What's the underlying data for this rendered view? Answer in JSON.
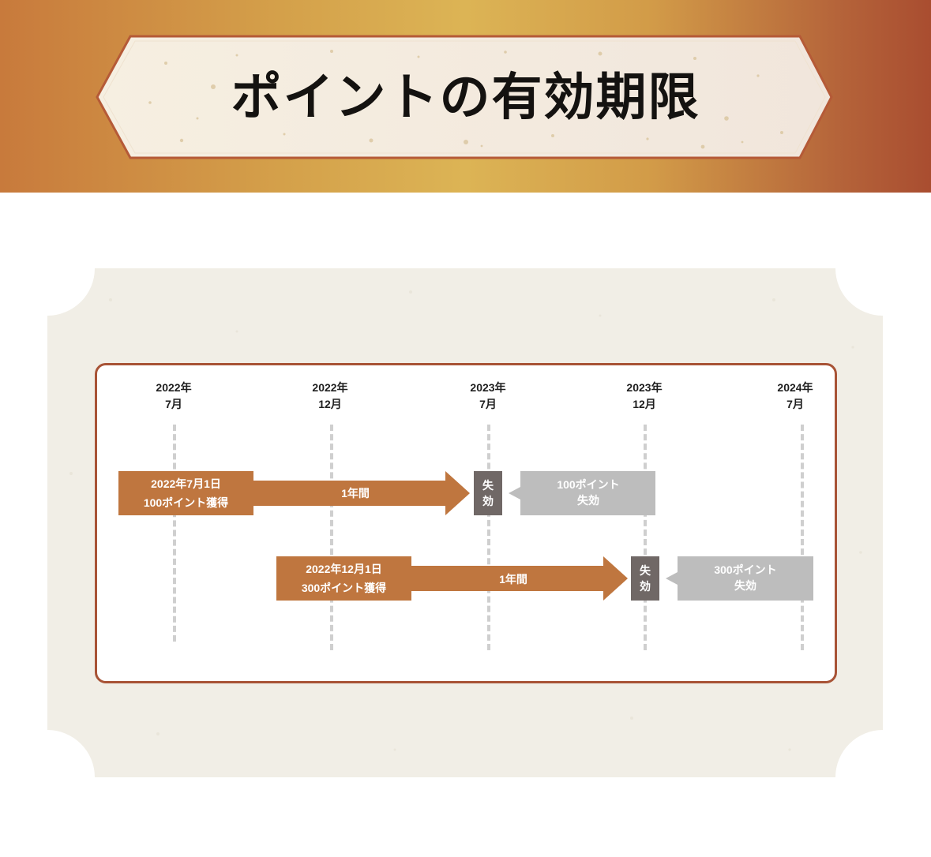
{
  "header": {
    "title": "ポイントの有効期限"
  },
  "timeline": {
    "dates": [
      {
        "year": "2022年",
        "month": "7月"
      },
      {
        "year": "2022年",
        "month": "12月"
      },
      {
        "year": "2023年",
        "month": "7月"
      },
      {
        "year": "2023年",
        "month": "12月"
      },
      {
        "year": "2024年",
        "month": "7月"
      }
    ],
    "rows": [
      {
        "acquire_line1": "2022年7月1日",
        "acquire_line2": "100ポイント獲得",
        "period": "1年間",
        "expire_char1": "失",
        "expire_char2": "効",
        "result_line1": "100ポイント",
        "result_line2": "失効"
      },
      {
        "acquire_line1": "2022年12月1日",
        "acquire_line2": "300ポイント獲得",
        "period": "1年間",
        "expire_char1": "失",
        "expire_char2": "効",
        "result_line1": "300ポイント",
        "result_line2": "失効"
      }
    ]
  },
  "colors": {
    "accent": "#bf763f",
    "frame_border": "#a85336",
    "expire": "#706866",
    "result_bubble": "#bdbdbd",
    "ticket": "#f1eee6"
  }
}
